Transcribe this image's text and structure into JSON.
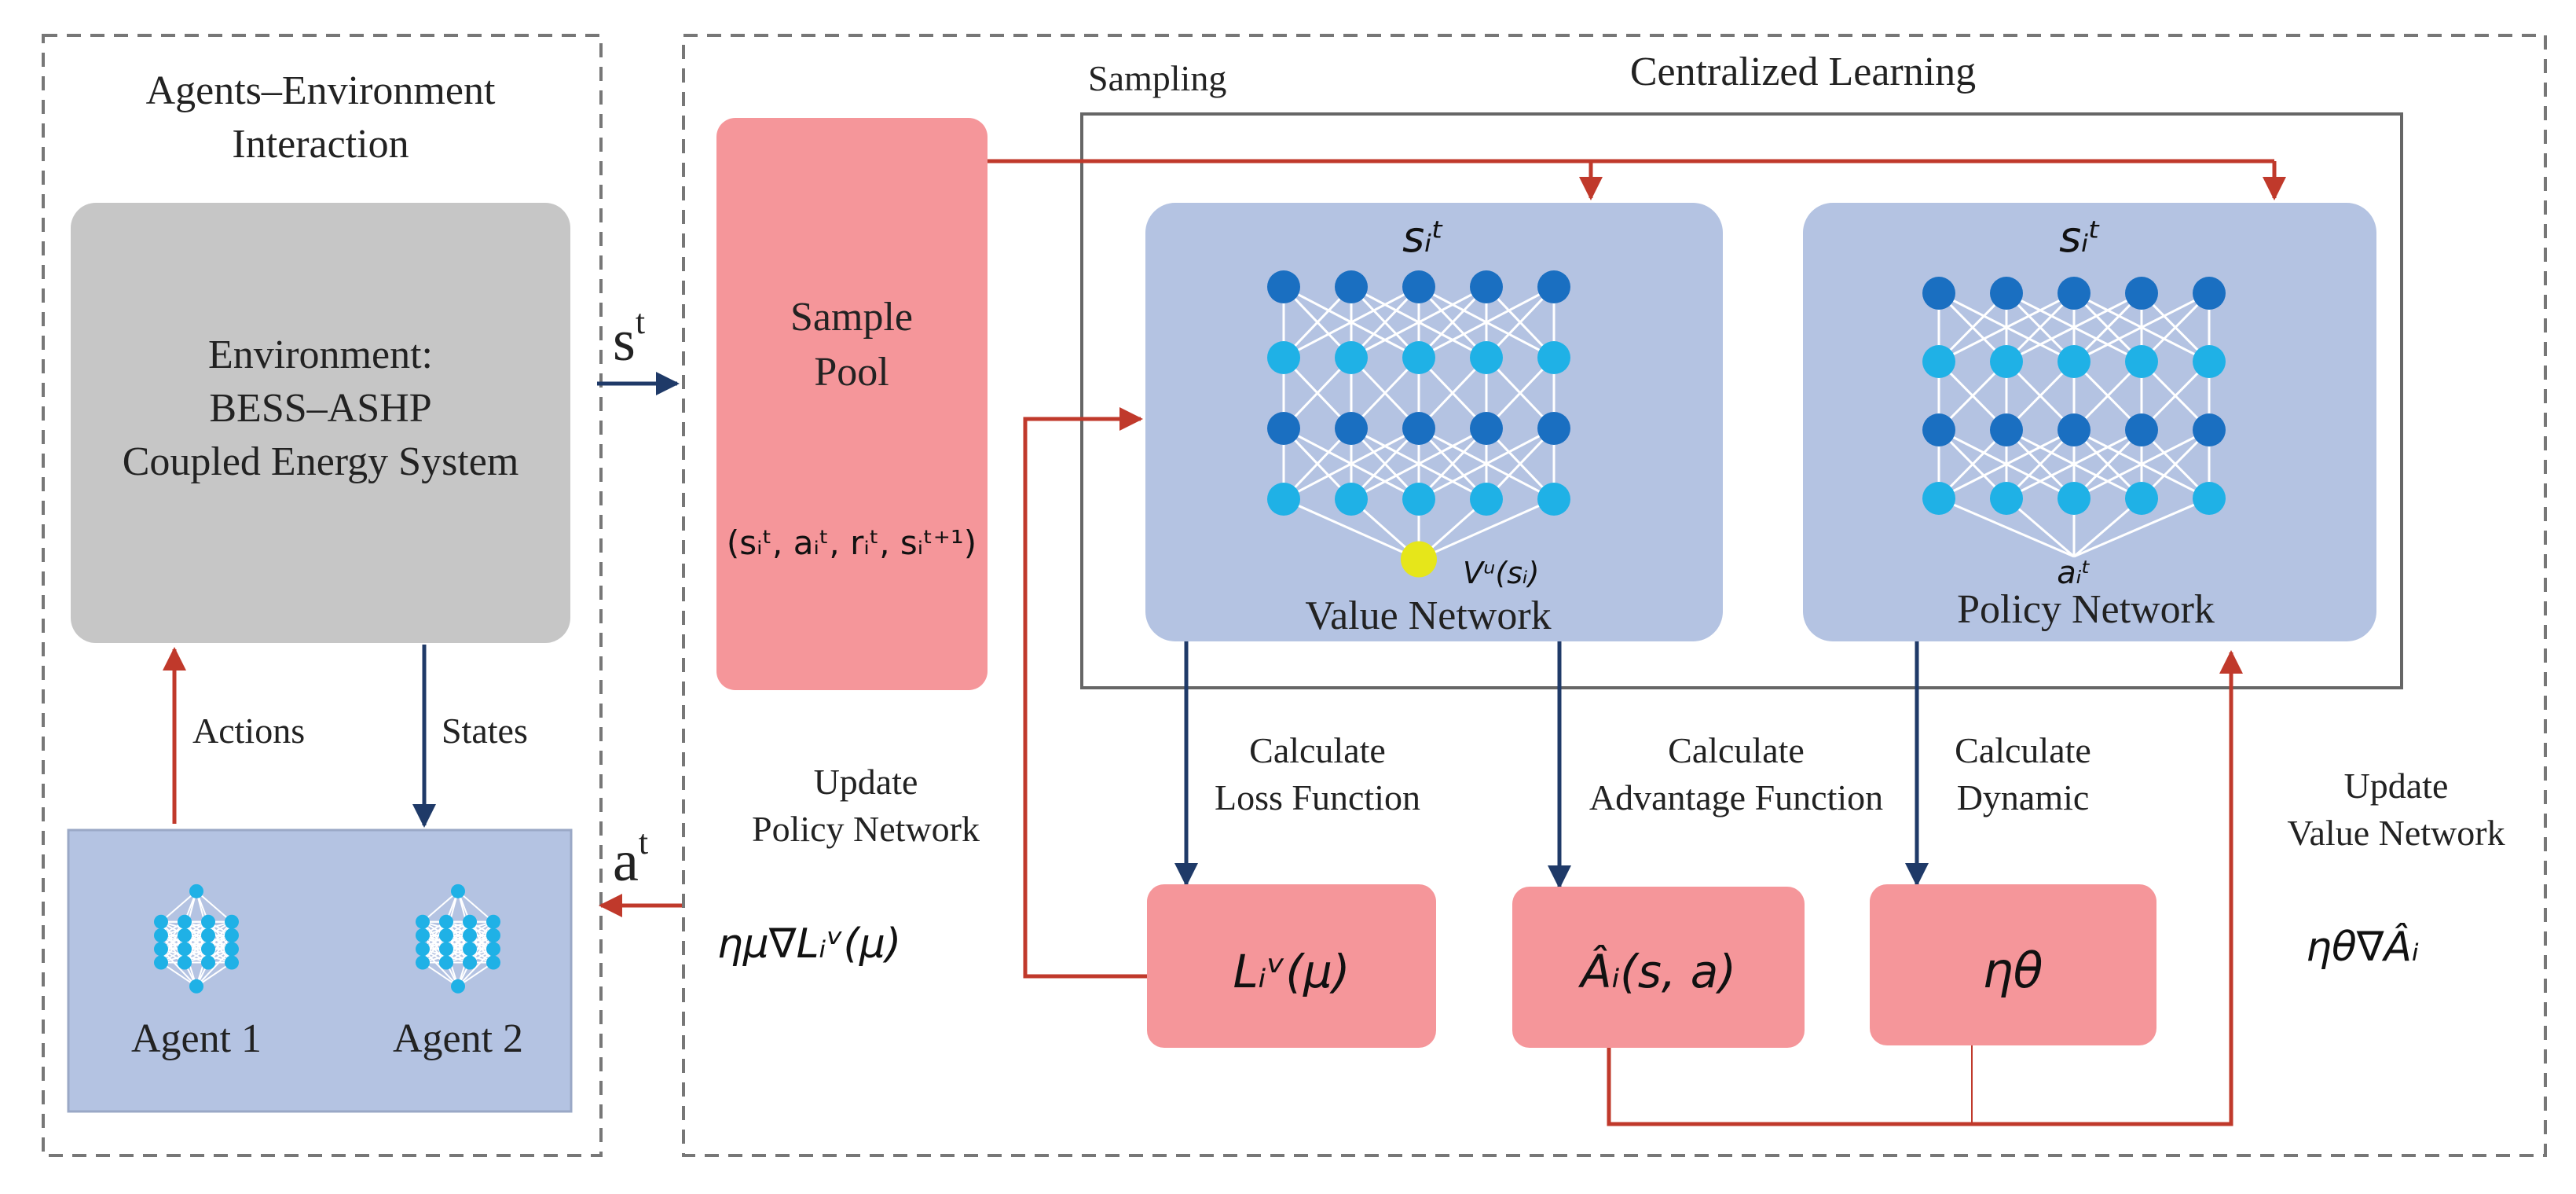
{
  "left_panel": {
    "title_line1": "Agents–Environment",
    "title_line2": "Interaction"
  },
  "environment": {
    "line1": "Environment:",
    "line2": "BESS–ASHP",
    "line3": "Coupled Energy System"
  },
  "agents": [
    {
      "label": "Agent 1"
    },
    {
      "label": "Agent 2"
    }
  ],
  "arrows": {
    "actions": "Actions",
    "states": "States",
    "state_signal": "s",
    "state_sup": "t",
    "action_signal": "a",
    "action_sup": "t"
  },
  "right_panel": {
    "title": "Centralized Learning",
    "sampling": "Sampling"
  },
  "sample_pool": {
    "line1": "Sample",
    "line2": "Pool",
    "tuple": "(sᵢᵗ, aᵢᵗ, rᵢᵗ, sᵢᵗ⁺¹)"
  },
  "value_network": {
    "input": "sᵢᵗ",
    "output": "Vᵘ(sᵢ)",
    "label": "Value Network"
  },
  "policy_network": {
    "input": "sᵢᵗ",
    "output": "aᵢᵗ",
    "label": "Policy Network"
  },
  "calc_labels": {
    "loss_1": "Calculate",
    "loss_2": "Loss Function",
    "adv_1": "Calculate",
    "adv_2": "Advantage Function",
    "dyn_1": "Calculate",
    "dyn_2": "Dynamic"
  },
  "update_labels": {
    "policy_1": "Update",
    "policy_2": "Policy Network",
    "value_1": "Update",
    "value_2": "Value Network"
  },
  "formulas": {
    "policy_update": "ημ∇Lᵢᵛ(μ)",
    "value_update": "ηθ∇Âᵢ"
  },
  "result_boxes": {
    "loss": "Lᵢᵛ(μ)",
    "advantage": "Âᵢ(s, a)",
    "eta": "ηθ"
  },
  "colors": {
    "grey_box": "#c6c6c6",
    "blue_panel": "#b4c3e2",
    "pink_box": "#f5969a",
    "red_arrow": "#c0392b",
    "navy_arrow": "#1f3a68",
    "node_dark": "#1a6fc1",
    "node_light": "#1fb1e6",
    "node_output": "#e6e61a"
  }
}
